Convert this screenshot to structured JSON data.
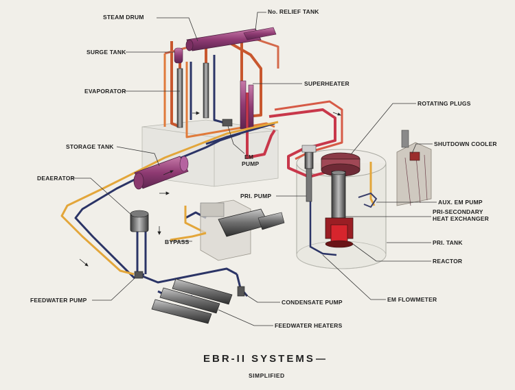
{
  "diagram": {
    "title": "EBR-II SYSTEMS",
    "subtitle": "SIMPLIFIED",
    "labels": {
      "steam_drum": "STEAM DRUM",
      "relief_tank": "No. RELIEF TANK",
      "surge_tank": "SURGE TANK",
      "evaporator": "EVAPORATOR",
      "superheater": "SUPERHEATER",
      "rotating_plugs": "ROTATING PLUGS",
      "shutdown_cooler": "SHUTDOWN COOLER",
      "storage_tank": "STORAGE TANK",
      "em_pump_1": "EM",
      "em_pump_2": "PUMP",
      "deaerator": "DEAERATOR",
      "pri_pump": "PRI. PUMP",
      "aux_em_pump": "AUX. EM PUMP",
      "pri_secondary_1": "PRI-SECONDARY",
      "pri_secondary_2": "HEAT EXCHANGER",
      "bypass": "BYPASS",
      "pri_tank": "PRI. TANK",
      "reactor": "REACTOR",
      "feedwater_pump": "FEEDWATER PUMP",
      "condensate_pump": "CONDENSATE PUMP",
      "em_flowmeter": "EM FLOWMETER",
      "feedwater_heaters": "FEEDWATER HEATERS"
    },
    "colors": {
      "background": "#f1efe9",
      "water_line": "#2b3466",
      "feed_line": "#e3a63a",
      "steam_line": "#c8572e",
      "sodium_line": "#c8374a",
      "vessel": "#a0487d",
      "reactor_core": "#c4222b"
    }
  }
}
